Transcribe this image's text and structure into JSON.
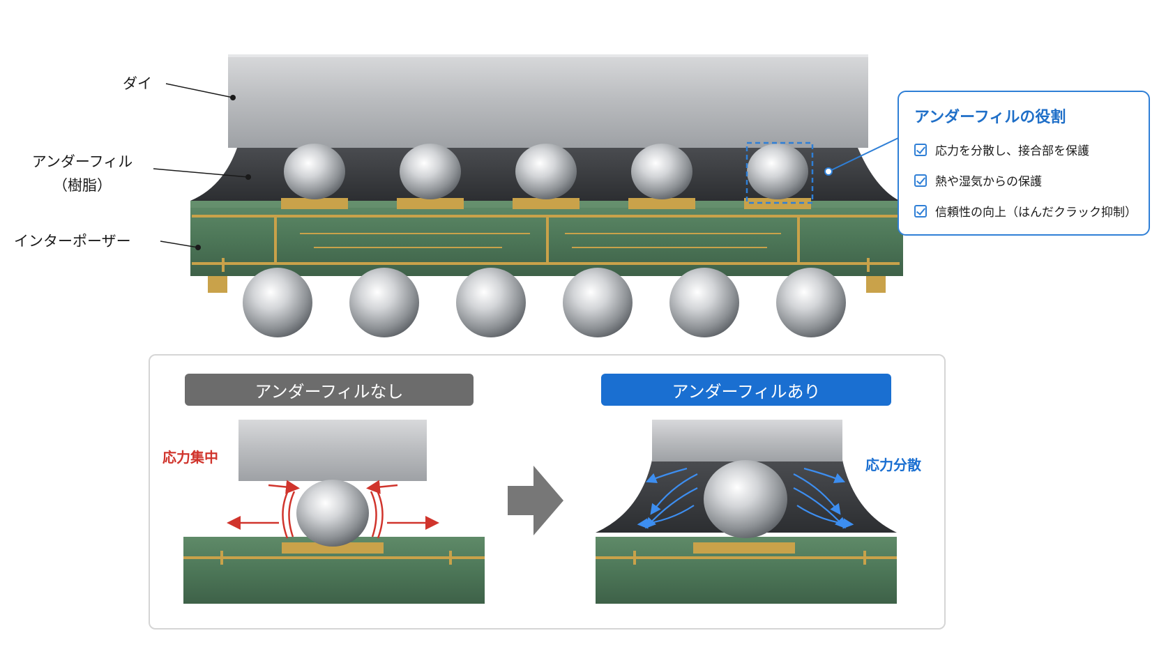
{
  "labels": {
    "die": "ダイ",
    "underfill_line1": "アンダーフィル",
    "underfill_line2": "（樹脂）",
    "interposer": "インターポーザー"
  },
  "callout": {
    "title": "アンダーフィルの役割",
    "items": [
      "応力を分散し、接合部を保護",
      "熱や湿気からの保護",
      "信頼性の向上（はんだクラック抑制）"
    ]
  },
  "comparison": {
    "without_label": "アンダーフィルなし",
    "with_label": "アンダーフィルあり",
    "stress_concentration": "応力集中",
    "stress_dispersion": "応力分散"
  },
  "colors": {
    "accent_blue": "#1a6fd1",
    "stress_red": "#d0342c",
    "board_green": "#4f7a5c",
    "copper": "#c9a24a",
    "resin": "#3b3d40",
    "die_gray": "#b4b6b9"
  }
}
